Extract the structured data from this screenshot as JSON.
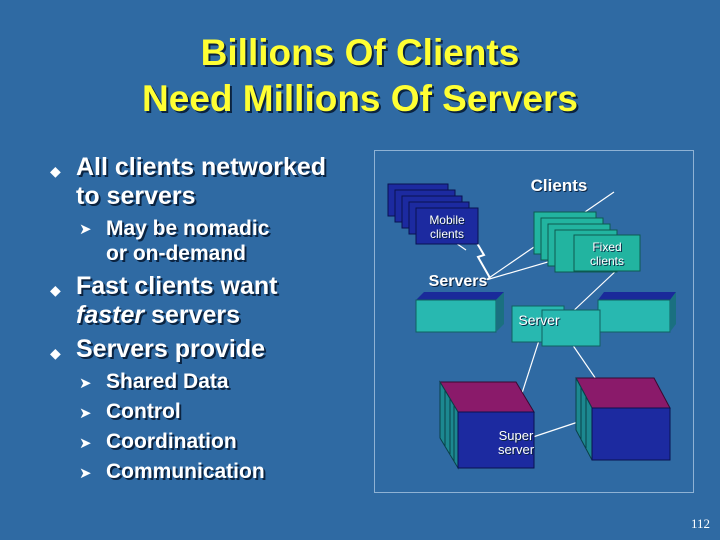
{
  "slide": {
    "title_line1": "Billions Of Clients",
    "title_line2": "Need Millions Of Servers",
    "page_number": "112"
  },
  "bullets": [
    {
      "text_line1": "All clients networked",
      "text_line2": "to servers",
      "sub": [
        {
          "line1": "May be nomadic",
          "line2": "or on-demand"
        }
      ]
    },
    {
      "text_line1": "Fast clients want",
      "text_line2_italic": "faster",
      "text_line2_rest": " servers"
    },
    {
      "text_line1": "Servers provide",
      "sub": [
        "Shared Data",
        "Control",
        "Coordination",
        "Communication"
      ]
    }
  ],
  "diagram": {
    "clients_label": "Clients",
    "mobile_label_line1": "Mobile",
    "mobile_label_line2": "clients",
    "fixed_label_line1": "Fixed",
    "fixed_label_line2": "clients",
    "servers_label": "Servers",
    "server_label": "Server",
    "super_label_line1": "Super",
    "super_label_line2": "server"
  },
  "colors": {
    "background": "#2f6aa3",
    "title": "#ffff33",
    "mobile_client": "#1c2aa0",
    "fixed_client": "#22b4a0",
    "server": "#28b8b0",
    "super_server": "#8a1a6a"
  }
}
